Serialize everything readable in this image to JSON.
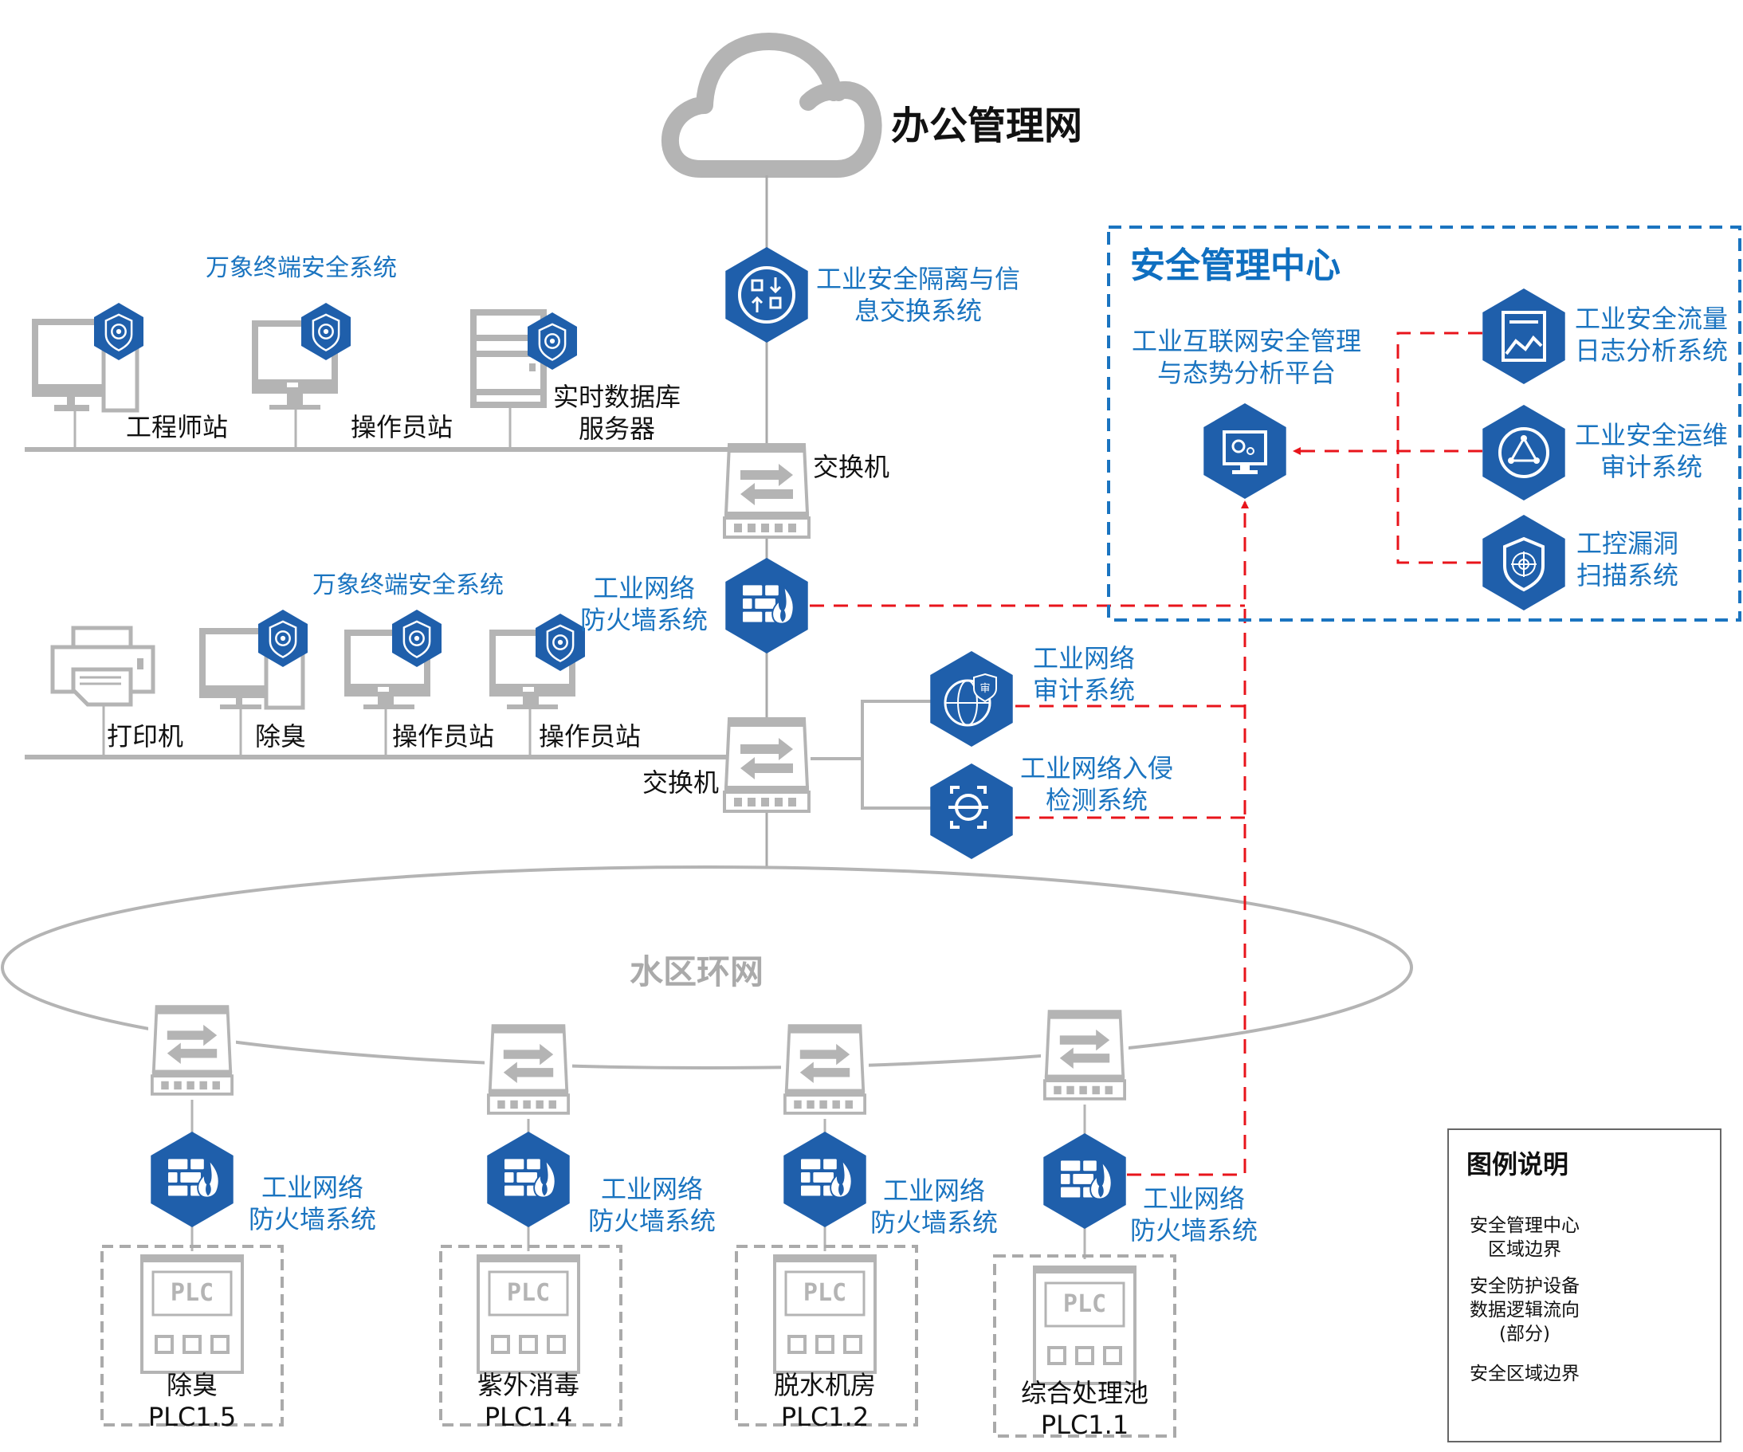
{
  "diagram": {
    "office_network_title": "办公管理网",
    "gateway": {
      "label_line1": "工业安全隔离与信",
      "label_line2": "息交换系统",
      "icon": "exchange-icon"
    },
    "switch_label": "交换机",
    "layer1": {
      "endpoint_security_label": "万象终端安全系统",
      "devices": [
        {
          "label": "工程师站",
          "type": "workstation-tower"
        },
        {
          "label": "操作员站",
          "type": "monitor"
        },
        {
          "label_line1": "实时数据库",
          "label_line2": "服务器",
          "type": "server"
        }
      ]
    },
    "main_firewall": {
      "label_line1": "工业网络",
      "label_line2": "防火墙系统"
    },
    "layer2": {
      "endpoint_security_label": "万象终端安全系统",
      "devices": [
        {
          "label": "打印机",
          "type": "printer"
        },
        {
          "label": "除臭",
          "type": "workstation-tower"
        },
        {
          "label": "操作员站",
          "type": "monitor"
        },
        {
          "label": "操作员站",
          "type": "monitor"
        }
      ],
      "switch_label": "交换机"
    },
    "audit": {
      "label_line1": "工业网络",
      "label_line2": "审计系统",
      "badge": "审"
    },
    "ids": {
      "label_line1": "工业网络入侵",
      "label_line2": "检测系统"
    },
    "ring": {
      "label": "水区环网"
    },
    "plc_units": [
      {
        "firewall_line1": "工业网络",
        "firewall_line2": "防火墙系统",
        "plc_text": "PLC",
        "name": "除臭",
        "id": "PLC1.5"
      },
      {
        "firewall_line1": "工业网络",
        "firewall_line2": "防火墙系统",
        "plc_text": "PLC",
        "name": "紫外消毒",
        "id": "PLC1.4"
      },
      {
        "firewall_line1": "工业网络",
        "firewall_line2": "防火墙系统",
        "plc_text": "PLC",
        "name": "脱水机房",
        "id": "PLC1.2"
      },
      {
        "firewall_line1": "工业网络",
        "firewall_line2": "防火墙系统",
        "plc_text": "PLC",
        "name": "综合处理池",
        "id": "PLC1.1"
      }
    ],
    "smc": {
      "title": "安全管理中心",
      "platform": {
        "label_line1": "工业互联网安全管理",
        "label_line2": "与态势分析平台"
      },
      "systems": [
        {
          "label_line1": "工业安全流量",
          "label_line2": "日志分析系统",
          "icon": "log-chart-icon"
        },
        {
          "label_line1": "工业安全运维",
          "label_line2": "审计系统",
          "icon": "ops-audit-icon"
        },
        {
          "label_line1": "工控漏洞",
          "label_line2": "扫描系统",
          "icon": "shield-radar-icon"
        }
      ]
    }
  },
  "legend": {
    "title": "图例说明",
    "items": [
      {
        "line1": "安全管理中心",
        "line2": "区域边界",
        "style": "blue-dashed"
      },
      {
        "line1": "安全防护设备",
        "line2": "数据逻辑流向",
        "line3": "(部分)",
        "style": "red-dashed-arrow"
      },
      {
        "line1": "安全区域边界",
        "style": "gray-dashed"
      }
    ]
  },
  "colors": {
    "hex_blue": "#1f5fab",
    "label_blue": "#1a74c0",
    "red_flow": "#e8141b",
    "gray_device": "#b4b4b4",
    "smc_border": "#1a74c0"
  }
}
